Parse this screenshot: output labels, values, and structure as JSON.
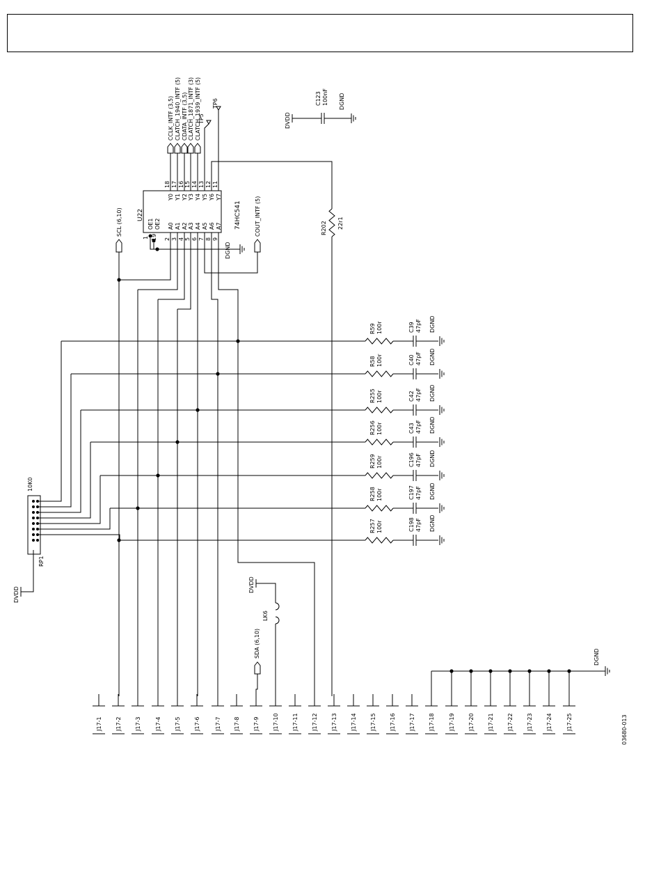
{
  "title_box": "",
  "u22": {
    "ref": "U22",
    "part": "74HC541",
    "a_pins": [
      "A0",
      "A1",
      "A2",
      "A3",
      "A4",
      "A5",
      "A6",
      "A7"
    ],
    "y_pins": [
      "Y0",
      "Y1",
      "Y2",
      "Y3",
      "Y4",
      "Y5",
      "Y6",
      "Y7"
    ],
    "oe_pins": [
      "OE1",
      "OE2"
    ],
    "a_pin_numbers": [
      "2",
      "3",
      "4",
      "5",
      "6",
      "7",
      "8",
      "9"
    ],
    "y_pin_numbers": [
      "18",
      "17",
      "16",
      "15",
      "14",
      "13",
      "12",
      "11"
    ],
    "oe_pin_numbers": [
      "1",
      "19"
    ]
  },
  "nets": {
    "outputs": [
      "CCLK_INTF (3,5)",
      "CLATCH_1940_INTF (5)",
      "CDATA_INTF (3,5)",
      "CLATCH_1871_INTF (3)",
      "CLATCH_1939_INTF (5)"
    ],
    "tp_labels": [
      "TP5",
      "TP6"
    ],
    "scl": "SCL (6,10)",
    "cout": "COUT_INTF (5)",
    "sda": "SDA (6,10)"
  },
  "power": {
    "dvdd": "DVDD",
    "dgnd": "DGND"
  },
  "c123": {
    "ref": "C123",
    "value": "100nF"
  },
  "r202": {
    "ref": "R202",
    "value": "22r1"
  },
  "rp1": {
    "ref": "RP1",
    "value": "10K0"
  },
  "lk6": {
    "ref": "LK6"
  },
  "rc_rows": [
    {
      "r": "R59",
      "rv": "100r",
      "c": "C39",
      "cv": "47pF"
    },
    {
      "r": "R58",
      "rv": "100r",
      "c": "C40",
      "cv": "47pF"
    },
    {
      "r": "R255",
      "rv": "100r",
      "c": "C42",
      "cv": "47pF"
    },
    {
      "r": "R256",
      "rv": "100r",
      "c": "C43",
      "cv": "47pF"
    },
    {
      "r": "R259",
      "rv": "100r",
      "c": "C196",
      "cv": "47pF"
    },
    {
      "r": "R258",
      "rv": "100r",
      "c": "C197",
      "cv": "47pF"
    },
    {
      "r": "R257",
      "rv": "100r",
      "c": "C198",
      "cv": "47pF"
    }
  ],
  "connector": [
    "J17-1",
    "J17-2",
    "J17-3",
    "J17-4",
    "J17-5",
    "J17-6",
    "J17-7",
    "J17-8",
    "J17-9",
    "J17-10",
    "J17-11",
    "J17-12",
    "J17-13",
    "J17-14",
    "J17-15",
    "J17-16",
    "J17-17",
    "J17-18",
    "J17-19",
    "J17-20",
    "J17-21",
    "J17-22",
    "J17-23",
    "J17-24",
    "J17-25"
  ],
  "figure_id": "03680-013"
}
